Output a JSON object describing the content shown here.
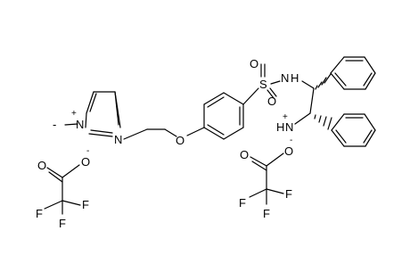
{
  "structure": {
    "imidazolium": {
      "methyl": "-",
      "n_methyl": "N",
      "n_methyl_charge": "+",
      "n_alkyl": "N"
    },
    "ether_oxygen": "O",
    "sulfonamide": {
      "sulfur": "S",
      "oxygen_top": "O",
      "oxygen_bottom": "O",
      "nitrogen": "N",
      "hydrogen": "H"
    },
    "ammonium": {
      "nitrogen": "N",
      "hydrogen": "H",
      "charge": "+"
    },
    "anion_left": {
      "o_single": "O",
      "o_double": "O",
      "charge": "-",
      "f1": "F",
      "f2": "F",
      "f3": "F"
    },
    "anion_right": {
      "o_single": "O",
      "o_double": "O",
      "charge": "-",
      "f1": "F",
      "f2": "F",
      "f3": "F"
    }
  }
}
